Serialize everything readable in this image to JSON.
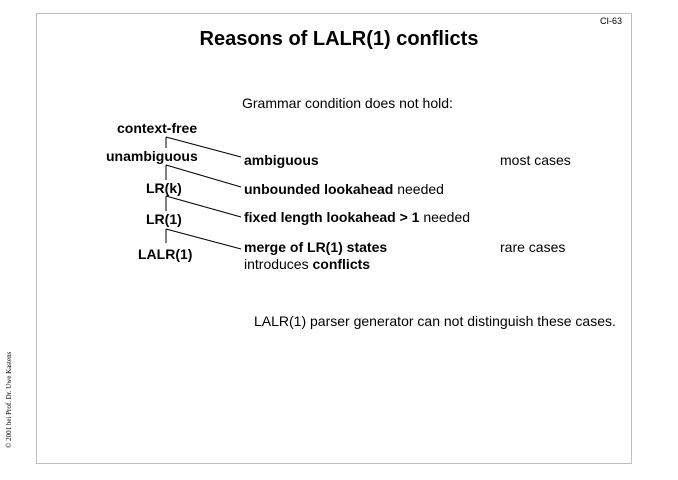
{
  "slide": {
    "id": "CI-63",
    "title": "Reasons of LALR(1) conflicts",
    "copyright": "© 2001 bei Prof. Dr. Uwe Kastens",
    "intro": "Grammar condition does not hold:",
    "hierarchy": [
      "context-free",
      "unambiguous",
      "LR(k)",
      "LR(1)",
      "LALR(1)"
    ],
    "reasons": [
      {
        "bold": "ambiguous",
        "rest": "",
        "note": "most cases"
      },
      {
        "bold": "unbounded lookahead",
        "rest": " needed",
        "note": ""
      },
      {
        "bold": "fixed length lookahead > 1",
        "rest": " needed",
        "note": ""
      },
      {
        "bold": "merge of LR(1) states",
        "rest": "",
        "note": "rare cases",
        "line2_plain": "introduces ",
        "line2_bold": "conflicts"
      }
    ],
    "conclusion": "LALR(1) parser generator can not distinguish these cases."
  }
}
